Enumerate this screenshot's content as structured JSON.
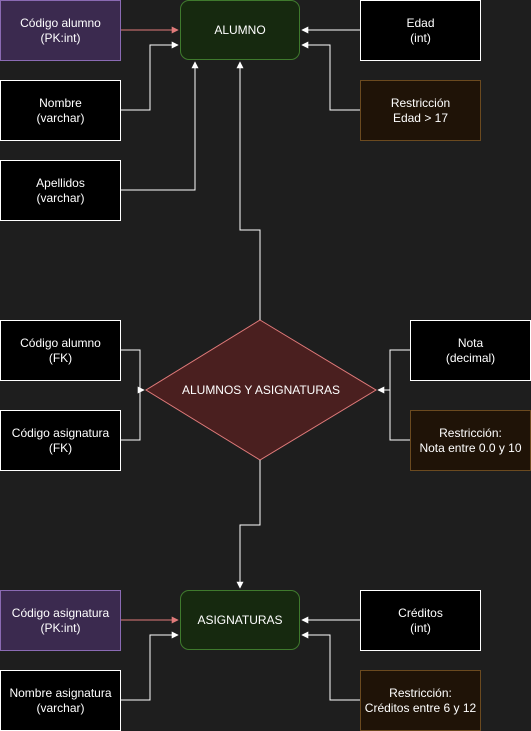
{
  "entities": {
    "alumno": {
      "label": "ALUMNO"
    },
    "asignaturas": {
      "label": "ASIGNATURAS"
    }
  },
  "relationship": {
    "label": "ALUMNOS Y ASIGNATURAS"
  },
  "attributes": {
    "alumno_codigo_pk": {
      "line1": "Código alumno",
      "line2": "(PK:int)"
    },
    "nombre": {
      "line1": "Nombre",
      "line2": "(varchar)"
    },
    "apellidos": {
      "line1": "Apellidos",
      "line2": "(varchar)"
    },
    "edad": {
      "line1": "Edad",
      "line2": "(int)"
    },
    "codigo_alumno_fk": {
      "line1": "Código alumno",
      "line2": "(FK)"
    },
    "codigo_asignatura_fk": {
      "line1": "Código asignatura",
      "line2": "(FK)"
    },
    "nota": {
      "line1": "Nota",
      "line2": "(decimal)"
    },
    "asignatura_codigo_pk": {
      "line1": "Código asignatura",
      "line2": "(PK:int)"
    },
    "nombre_asignatura": {
      "line1": "Nombre asignatura",
      "line2": "(varchar)"
    },
    "creditos": {
      "line1": "Créditos",
      "line2": "(int)"
    }
  },
  "restrictions": {
    "edad": {
      "line1": "Restricción",
      "line2": "Edad > 17"
    },
    "nota": {
      "line1": "Restricción:",
      "line2": "Nota entre 0.0 y 10"
    },
    "creditos": {
      "line1": "Restricción:",
      "line2": "Créditos entre 6 y 12"
    }
  },
  "colors": {
    "background": "#1e1e1e",
    "connector": "#ffffff",
    "pk_connector": "#e07a7a",
    "entity_fill": "#16290f",
    "relationship_fill": "#4a1f1f",
    "pk_fill": "#3b2a4f",
    "restriction_fill": "#1f1307"
  }
}
